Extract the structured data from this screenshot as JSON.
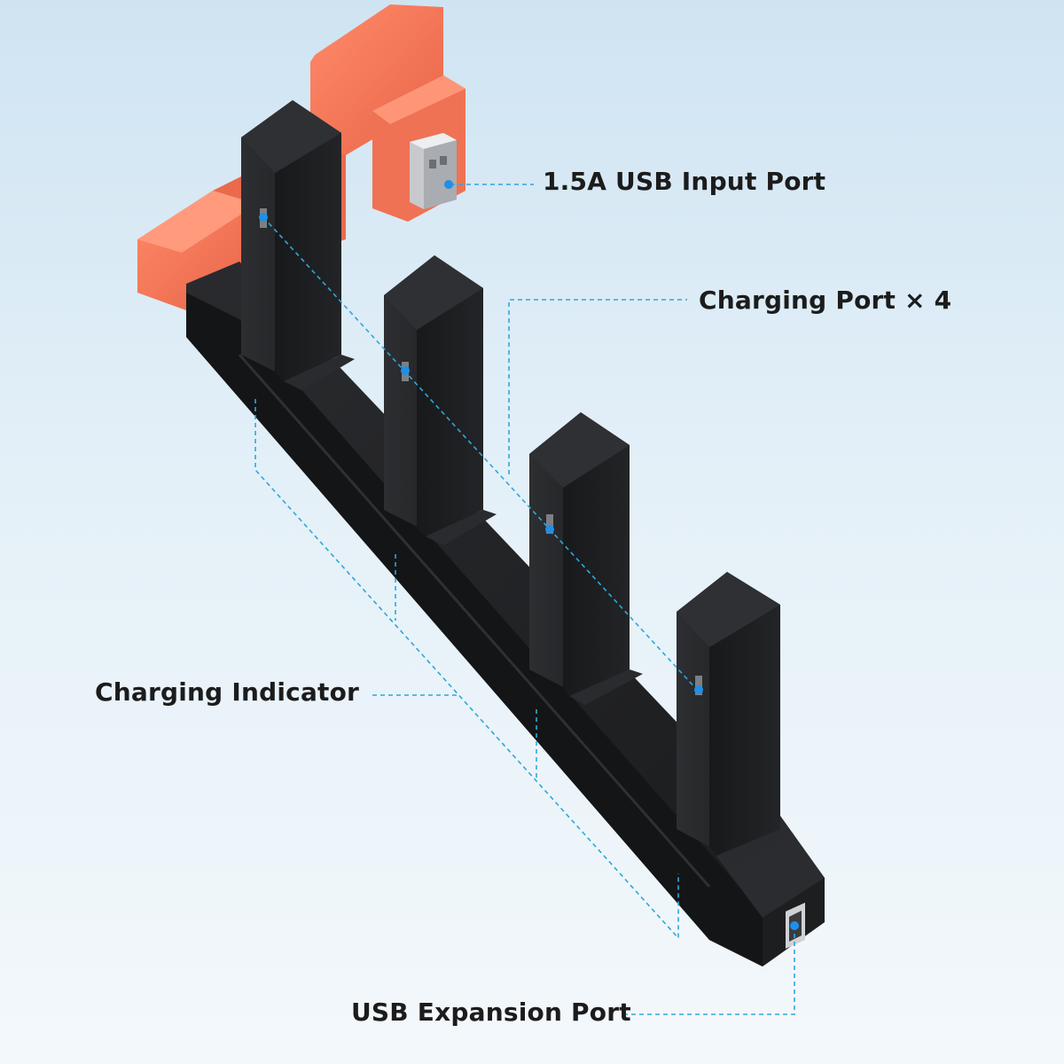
{
  "callouts": {
    "usb_input": "1.5A USB Input Port",
    "charging_port": "Charging Port × 4",
    "charging_indicator": "Charging Indicator",
    "usb_expansion": "USB Expansion Port"
  },
  "colors": {
    "dock_body": "#1e1f21",
    "dock_edge": "#2c2d30",
    "adapter_orange": "#f47a5c",
    "leader_line": "#2fa8d6",
    "marker_dot": "#1f8fe8"
  },
  "icons": {
    "usb_plug": "usb-plug-icon",
    "usb_socket": "usb-socket-icon"
  }
}
